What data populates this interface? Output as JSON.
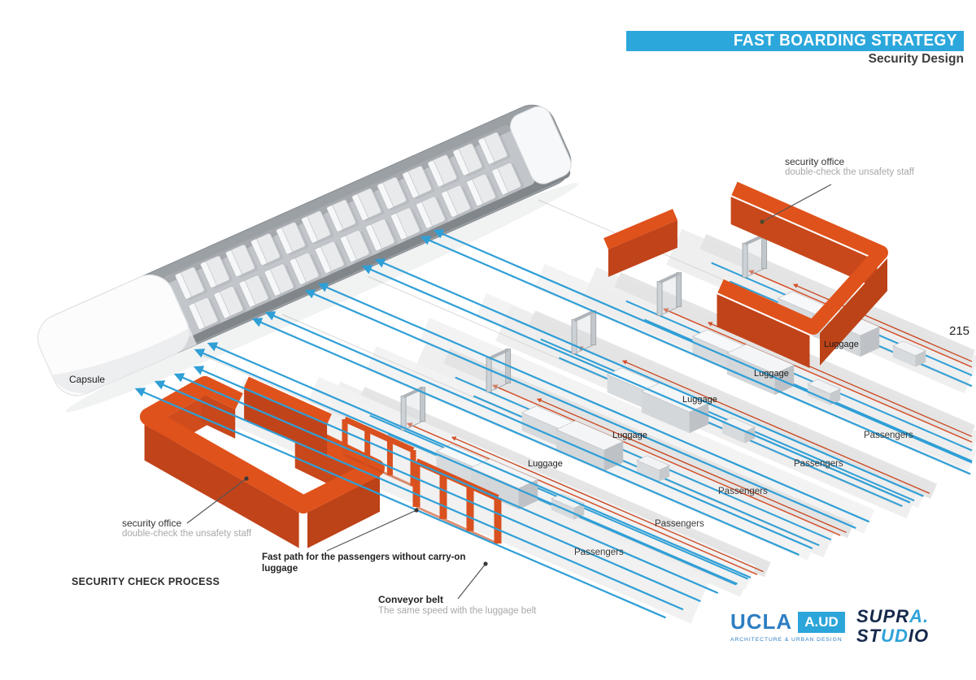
{
  "header": {
    "title": "FAST BOARDING STRATEGY",
    "subtitle": "Security Design"
  },
  "page_number": "215",
  "diagram": {
    "capsule_label": "Capsule",
    "security_office_top": {
      "title": "security office",
      "subtitle": "double-check the unsafety staff"
    },
    "security_office_bottom": {
      "title": "security office",
      "subtitle": "double-check the unsafety staff"
    },
    "fast_path_label": "Fast path for the passengers without carry-on luggage",
    "conveyor_belt": {
      "title": "Conveyor belt",
      "subtitle": "The same speed with the luggage belt"
    },
    "process_title": "SECURITY CHECK PROCESS",
    "luggage_label": "Luggage",
    "passengers_label": "Passengers"
  },
  "footer": {
    "ucla": {
      "name": "UCLA",
      "dept": "A.UD",
      "tagline": "ARCHITECTURE & URBAN DESIGN"
    },
    "supra": {
      "l1a": "SUPR",
      "l1b": "A.",
      "l2a": "ST",
      "l2b": "UD",
      "l2c": "IO"
    }
  },
  "colors": {
    "header_blue": "#2BA7DB",
    "arrow_blue": "#2F9FD6",
    "orange": "#E0521B",
    "orange_dark": "#C1431A",
    "orange_deep": "#BC4217",
    "ucla_blue": "#2E7EC2",
    "navy": "#16294B"
  }
}
